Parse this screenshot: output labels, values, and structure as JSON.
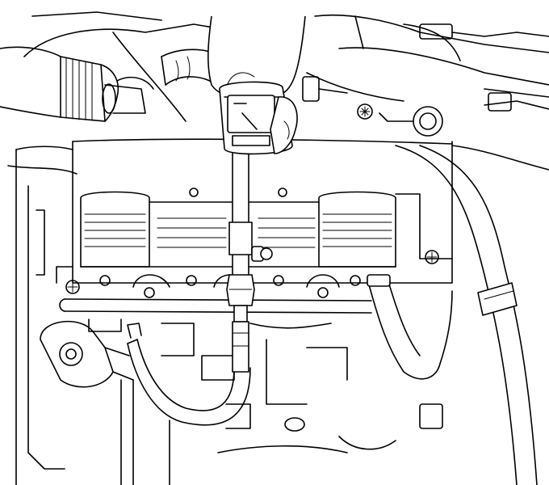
{
  "figure": {
    "kind": "line-art",
    "colors": {
      "stroke": "#000000",
      "background": "#ffffff"
    },
    "icons": [
      "hand",
      "compression-gauge",
      "gauge-dial",
      "gauge-needle",
      "bolt",
      "hose-clamp",
      "torx-bolt"
    ]
  }
}
